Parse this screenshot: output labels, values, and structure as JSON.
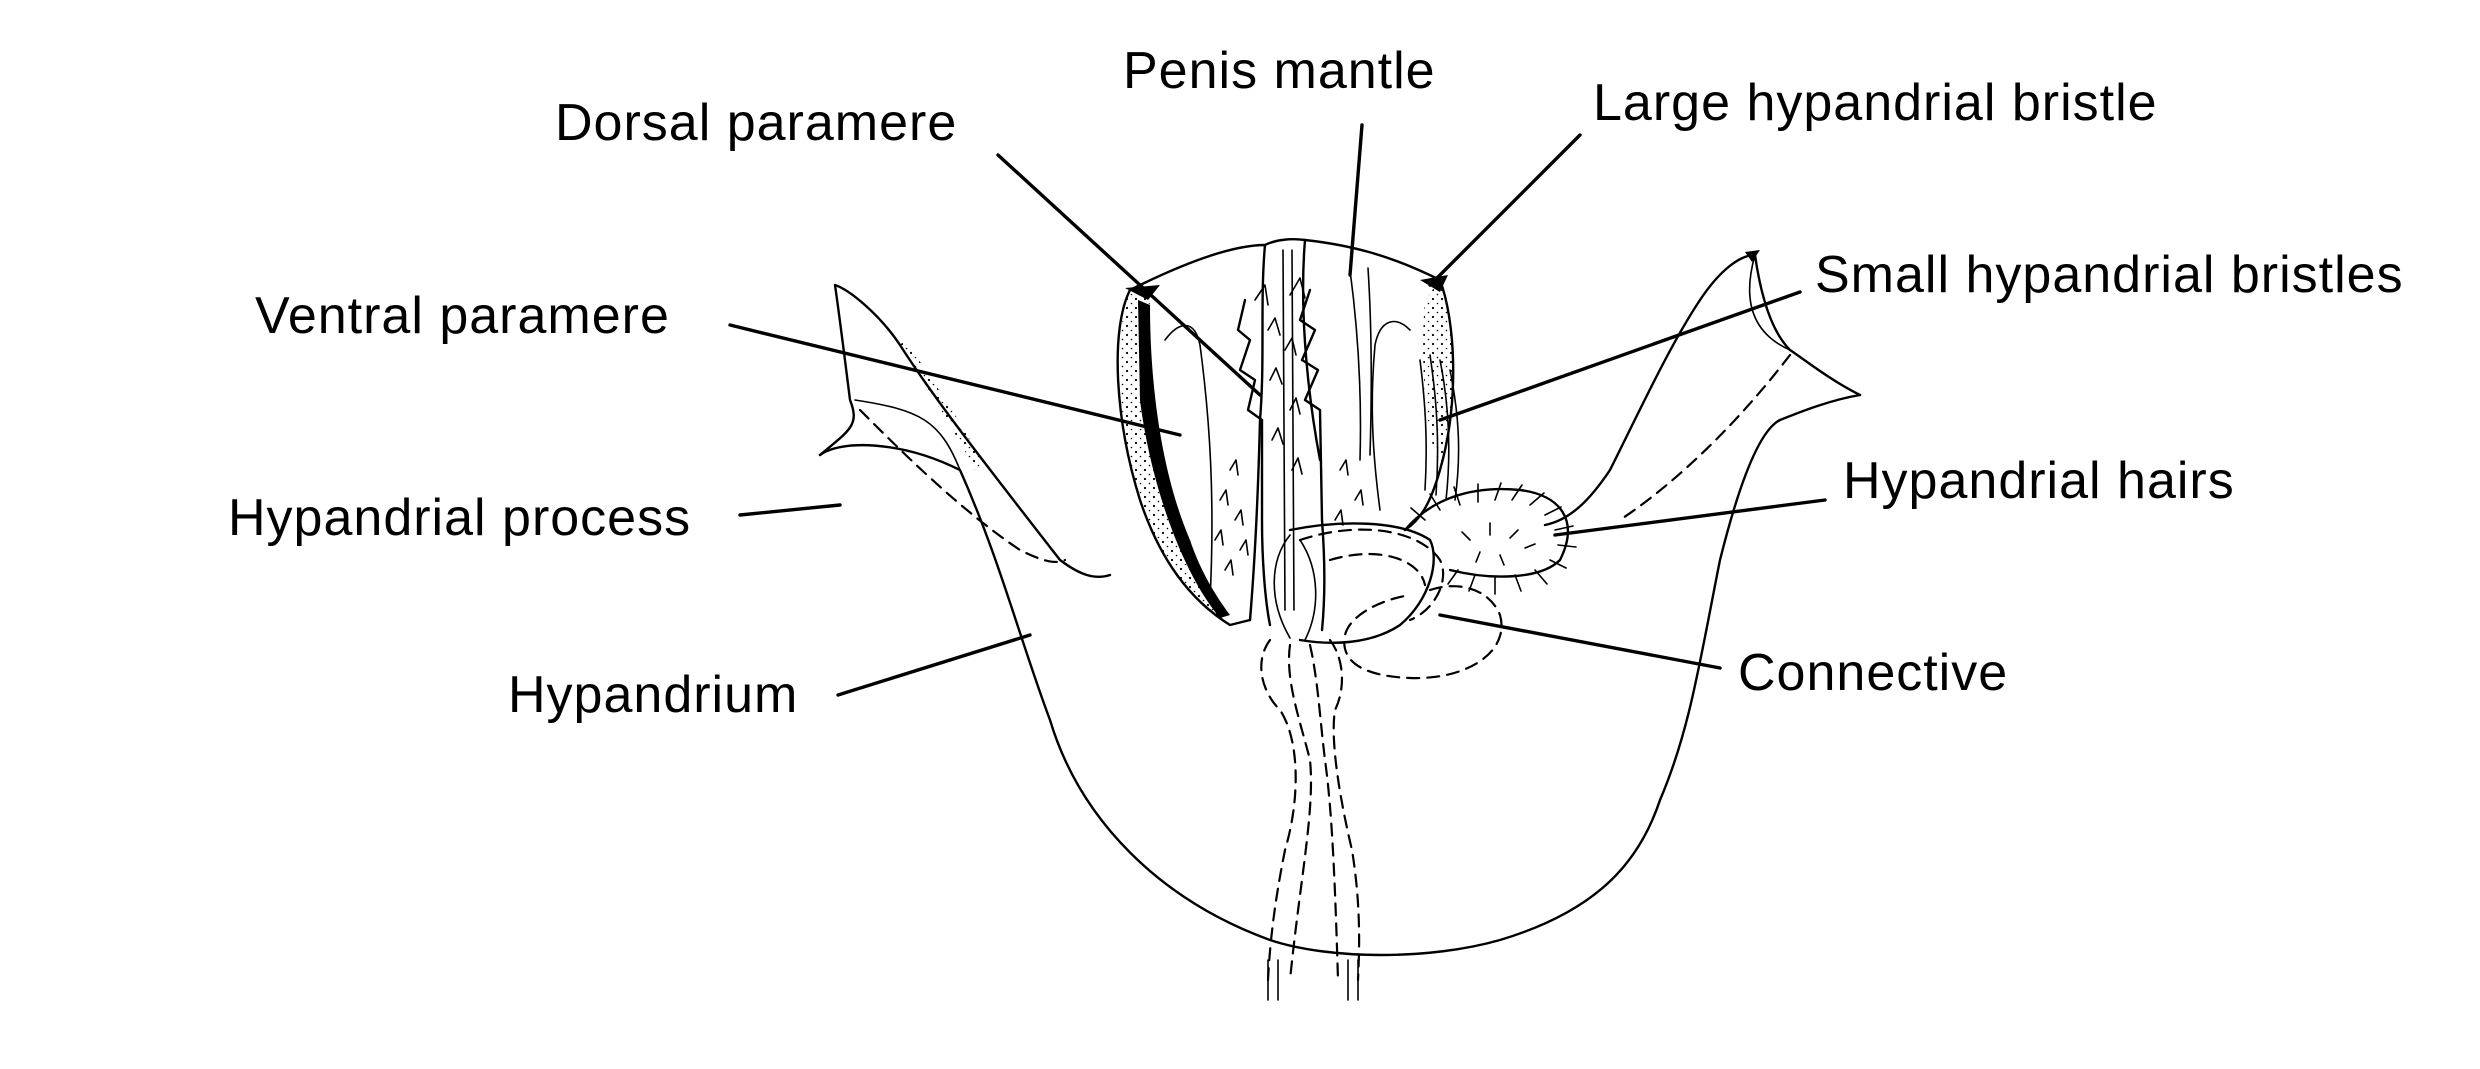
{
  "labels": {
    "penis_mantle": "Penis mantle",
    "dorsal_paramere": "Dorsal paramere",
    "large_hypandrial_bristle": "Large hypandrial bristle",
    "small_hypandrial_bristles": "Small hypandrial bristles",
    "ventral_paramere": "Ventral paramere",
    "hypandrial_hairs": "Hypandrial hairs",
    "hypandrial_process": "Hypandrial process",
    "connective": "Connective",
    "hypandrium": "Hypandrium"
  },
  "colors": {
    "ink": "#000000",
    "background": "#ffffff"
  }
}
